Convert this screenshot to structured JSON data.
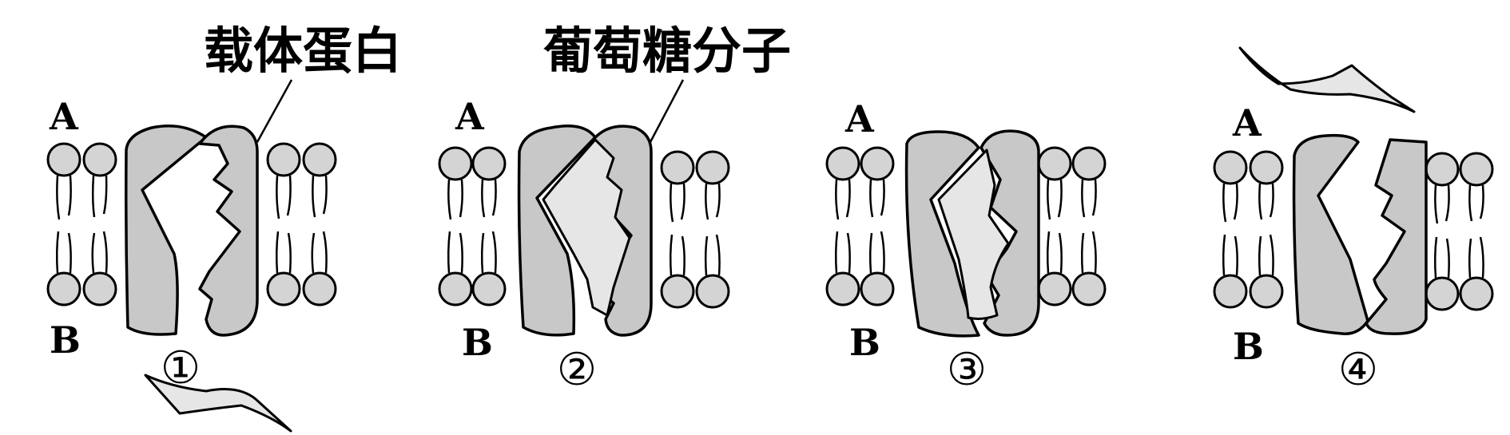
{
  "labels": {
    "carrier_protein": "载体蛋白",
    "glucose_molecule": "葡萄糖分子"
  },
  "panels": [
    {
      "number": "①",
      "side_top": "A",
      "side_bottom": "B"
    },
    {
      "number": "②",
      "side_top": "A",
      "side_bottom": "B"
    },
    {
      "number": "③",
      "side_top": "A",
      "side_bottom": "B"
    },
    {
      "number": "④",
      "side_top": "A",
      "side_bottom": "B"
    }
  ],
  "colors": {
    "protein_fill": "#c8c8c8",
    "glucose_fill": "#e6e6e6",
    "lipid_head_fill": "#d4d4d4",
    "stroke": "#000000"
  }
}
